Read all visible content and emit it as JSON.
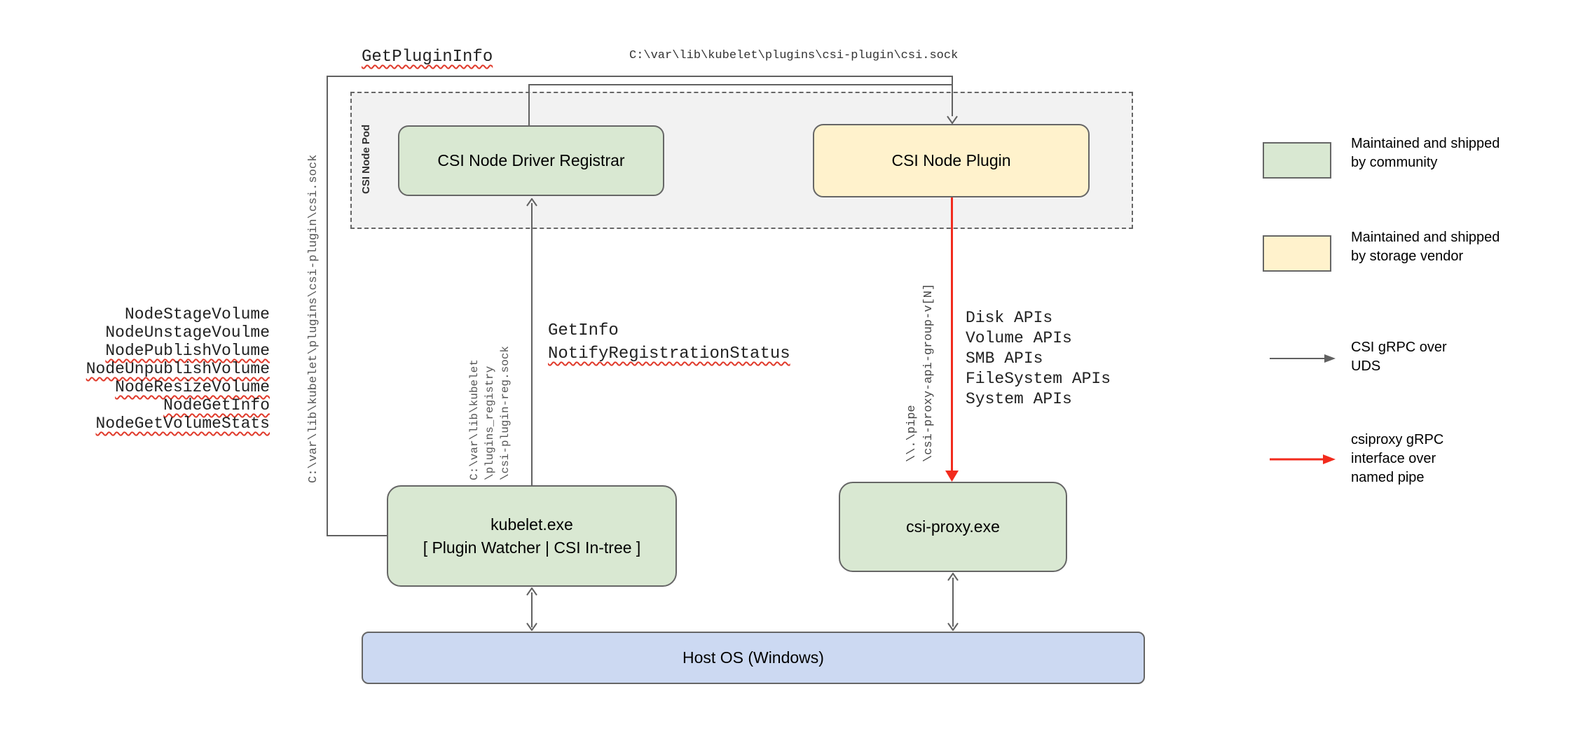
{
  "pod": {
    "label": "CSI Node Pod"
  },
  "nodes": {
    "registrar": {
      "label": "CSI Node Driver Registrar"
    },
    "plugin": {
      "label": "CSI Node Plugin"
    },
    "kubelet": {
      "line1": "kubelet.exe",
      "line2": "[ Plugin Watcher | CSI In-tree ]"
    },
    "csi_proxy": {
      "label": "csi-proxy.exe"
    },
    "host_os": {
      "label": "Host OS (Windows)"
    }
  },
  "annotations": {
    "get_plugin_info": {
      "text": "GetPluginInfo",
      "misspelled": true
    },
    "top_socket_path": "C:\\var\\lib\\kubelet\\plugins\\csi-plugin\\csi.sock",
    "left_socket_path": "C:\\var\\lib\\kubelet\\plugins\\csi-plugin\\csi.sock",
    "registry_path_lines": [
      "C:\\var\\lib\\kubelet",
      "\\plugins_registry",
      "\\csi-plugin-reg.sock"
    ],
    "get_info": {
      "text": "GetInfo",
      "misspelled": false
    },
    "notify_registration_status": {
      "text": "NotifyRegistrationStatus",
      "misspelled": true
    },
    "pipe_path_lines": [
      "\\\\.\\pipe",
      "\\csi-proxy-api-group-v[N]"
    ],
    "node_rpcs": [
      {
        "text": "NodeStageVolume",
        "misspelled": false
      },
      {
        "text": "NodeUnstageVoulme",
        "misspelled": false
      },
      {
        "text": "NodePublishVolume",
        "misspelled": true
      },
      {
        "text": "NodeUnpublishVolume",
        "misspelled": true
      },
      {
        "text": "NodeResizeVolume",
        "misspelled": true
      },
      {
        "text": "NodeGetInfo",
        "misspelled": true
      },
      {
        "text": "NodeGetVolumeStats",
        "misspelled": true
      }
    ],
    "proxy_apis": [
      "Disk APIs",
      "Volume APIs",
      "SMB APIs",
      "FileSystem APIs",
      "System APIs"
    ]
  },
  "legend": {
    "items": [
      {
        "kind": "swatch-green",
        "lines": [
          "Maintained and shipped",
          "by community"
        ]
      },
      {
        "kind": "swatch-yellow",
        "lines": [
          "Maintained and shipped",
          "by storage vendor"
        ]
      },
      {
        "kind": "arrow-gray",
        "lines": [
          "CSI gRPC over",
          "UDS"
        ]
      },
      {
        "kind": "arrow-red",
        "lines": [
          "csiproxy gRPC",
          "interface over",
          "named pipe"
        ]
      }
    ]
  },
  "colors": {
    "community_green": "#d9e8d2",
    "vendor_yellow": "#fff2cc",
    "host_os_blue": "#ccd9f2",
    "pod_background": "#f2f2f2",
    "connector_gray": "#616161",
    "named_pipe_red": "#f22b1d",
    "squiggle_red": "#e03a2b"
  }
}
